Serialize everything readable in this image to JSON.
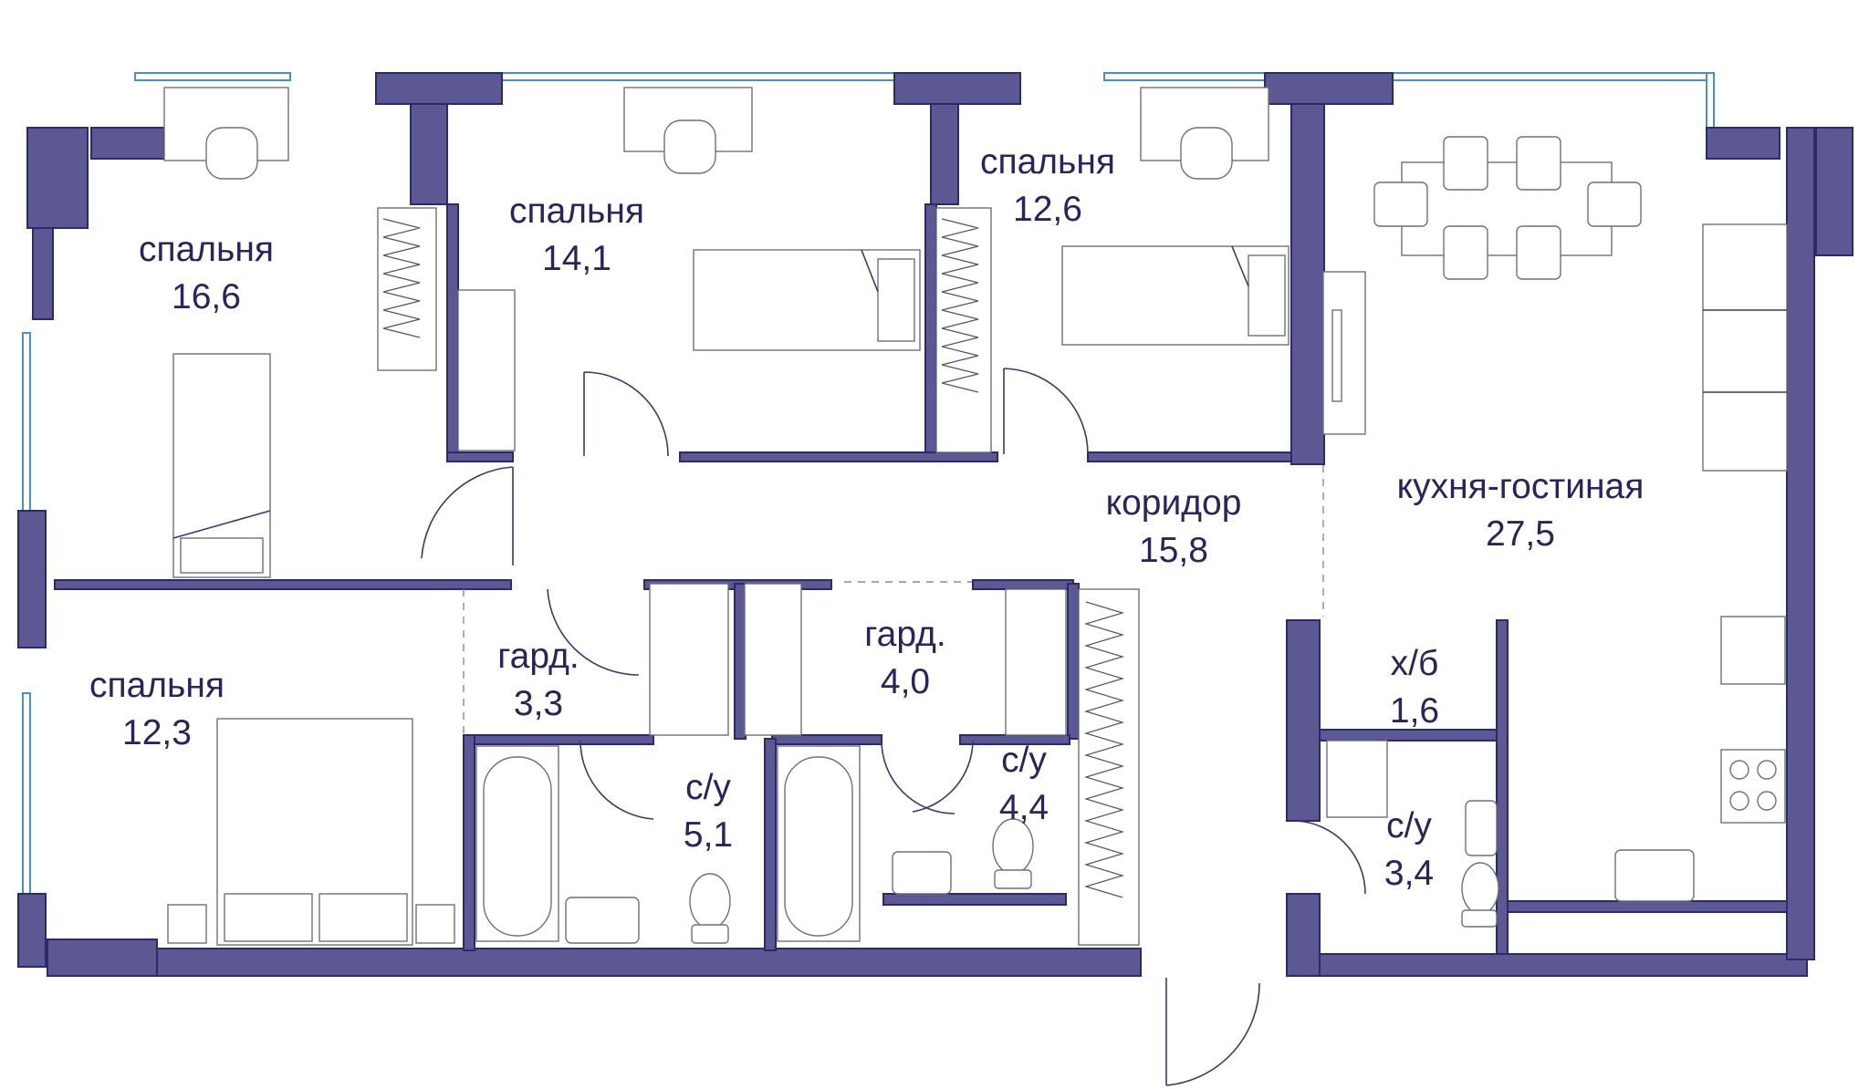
{
  "rooms": [
    {
      "id": "bedroom-1",
      "name": "спальня",
      "area": "16,6"
    },
    {
      "id": "bedroom-2",
      "name": "спальня",
      "area": "14,1"
    },
    {
      "id": "bedroom-3",
      "name": "спальня",
      "area": "12,6"
    },
    {
      "id": "bedroom-4",
      "name": "спальня",
      "area": "12,3"
    },
    {
      "id": "kitchen-living",
      "name": "кухня-гостиная",
      "area": "27,5"
    },
    {
      "id": "corridor",
      "name": "коридор",
      "area": "15,8"
    },
    {
      "id": "wardrobe-1",
      "name": "гард.",
      "area": "3,3"
    },
    {
      "id": "wardrobe-2",
      "name": "гард.",
      "area": "4,0"
    },
    {
      "id": "bathroom-1",
      "name": "с/у",
      "area": "5,1"
    },
    {
      "id": "bathroom-2",
      "name": "с/у",
      "area": "4,4"
    },
    {
      "id": "bathroom-3",
      "name": "с/у",
      "area": "3,4"
    },
    {
      "id": "fridge-room",
      "name": "х/б",
      "area": "1,6"
    }
  ],
  "colors": {
    "walls": "#5b5894",
    "wall_outline": "#2c2a6b",
    "text": "#27245e",
    "windows": "#4a90c8",
    "furniture": "#6f6f7a"
  },
  "icons": [
    "bed-icon",
    "chair-icon",
    "dining-table-icon",
    "bathtub-icon",
    "toilet-icon",
    "sink-icon",
    "stove-icon",
    "sofa-icon",
    "wardrobe-icon",
    "door-icon",
    "window-icon"
  ]
}
